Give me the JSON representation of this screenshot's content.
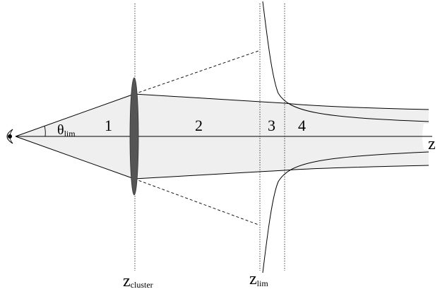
{
  "diagram": {
    "regions": [
      "1",
      "2",
      "3",
      "4"
    ],
    "angle_label": {
      "symbol": "θ",
      "subscript": "lim"
    },
    "axis_label": "z",
    "markers": [
      {
        "symbol": "z",
        "subscript": "cluster"
      },
      {
        "symbol": "z",
        "subscript": "lim"
      }
    ]
  },
  "colors": {
    "beam_fill": "#efefef",
    "lens_fill": "#555555",
    "line": "#000000"
  }
}
